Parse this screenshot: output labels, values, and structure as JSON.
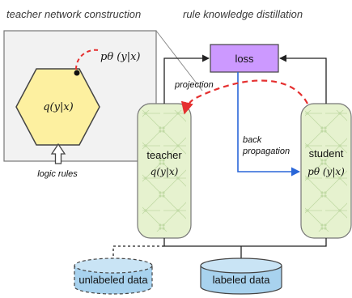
{
  "headers": {
    "teacher_network_construction": "teacher network construction",
    "rule_knowledge_distillation": "rule knowledge distillation"
  },
  "inset": {
    "hexagon_label": "q(y|x)",
    "p_label": "pθ (y|x)",
    "logic_rules_label": "logic rules"
  },
  "projection_label": "projection",
  "loss_label": "loss",
  "back_propagation": {
    "line1": "back",
    "line2": "propagation"
  },
  "teacher": {
    "title": "teacher",
    "formula": "q(y|x)"
  },
  "student": {
    "title": "student",
    "formula": "pθ (y|x)"
  },
  "datasets": {
    "unlabeled": "unlabeled data",
    "labeled": "labeled data"
  },
  "colors": {
    "loss_fill": "#cc99ff",
    "network_fill": "#e6f2cf",
    "hexagon_fill": "#fdf0a0",
    "inset_fill": "#f2f2f2",
    "cylinder_fill": "#a8d2ee",
    "red_arrow": "#e53030",
    "blue_arrow": "#2a66d8"
  }
}
